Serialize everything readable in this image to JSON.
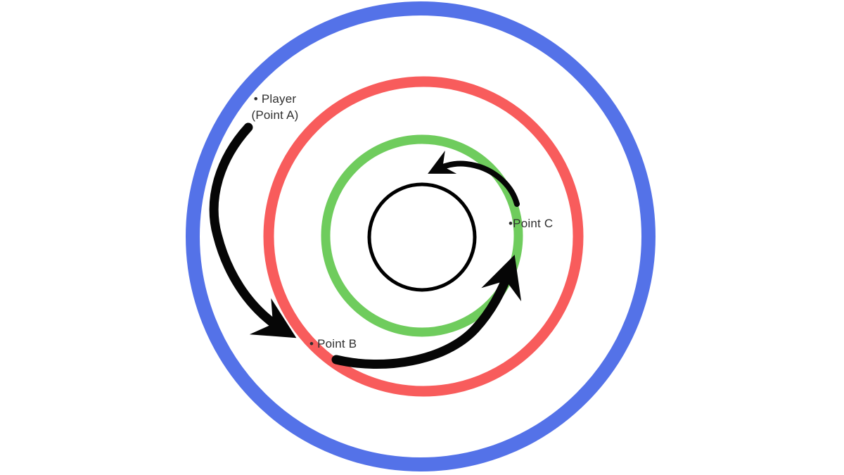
{
  "diagram": {
    "labels": {
      "player_line1": "• Player",
      "player_line2": "(Point A)",
      "point_b": "• Point B",
      "point_c": "•Point C"
    },
    "colors": {
      "background": "#ffffff",
      "outer_ring": "#5472e8",
      "middle_ring": "#f85c5c",
      "inner_ring": "#6fcc5d",
      "center_circle": "#000000",
      "arrow": "#060606",
      "label_text": "#2e2e2e"
    }
  }
}
